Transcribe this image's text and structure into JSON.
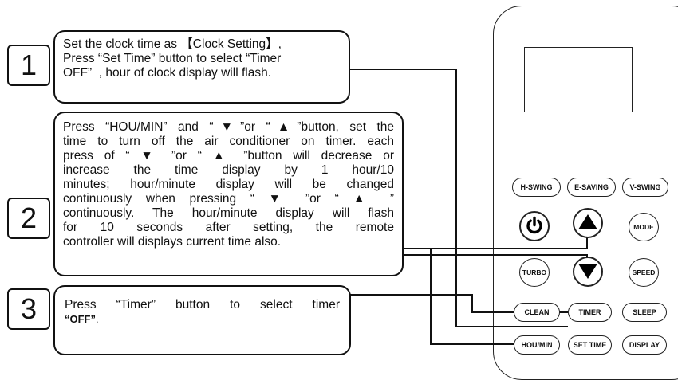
{
  "steps": [
    {
      "number": "1",
      "lines": [
        "Set the clock time as 【Clock Setting】,",
        "Press “Set Time” button to select “Timer",
        "OFF”  , hour of clock display will flash."
      ]
    },
    {
      "number": "2",
      "lines": [
        "Press “HOU/MIN” and “▼”or “▲”button, set the",
        "time to turn off the air conditioner on timer. each",
        "press of “ ▼ ”or “ ▲ ”button will decrease or",
        "increase the time display by 1 hour/10",
        "minutes; hour/minute display will be changed",
        "continuously when pressing “ ▼ ”or “ ▲ ”",
        "continuously. The hour/minute display will flash",
        "for 10 seconds after setting, the remote",
        "controller will displays current time also."
      ]
    },
    {
      "number": "3",
      "text_before": "Press “Timer” button to select timer",
      "text_bold": "“OFF”",
      "text_after": "."
    }
  ],
  "remote": {
    "buttons": {
      "h_swing": "H-SWING",
      "e_saving": "E-SAVING",
      "v_swing": "V-SWING",
      "mode": "MODE",
      "turbo": "TURBO",
      "speed": "SPEED",
      "clean": "CLEAN",
      "timer": "TIMER",
      "sleep": "SLEEP",
      "hou_min": "HOU/MIN",
      "set_time": "SET TIME",
      "display": "DISPLAY"
    },
    "icons": {
      "power": "power-icon",
      "up": "up-arrow-icon",
      "down": "down-arrow-icon"
    }
  }
}
